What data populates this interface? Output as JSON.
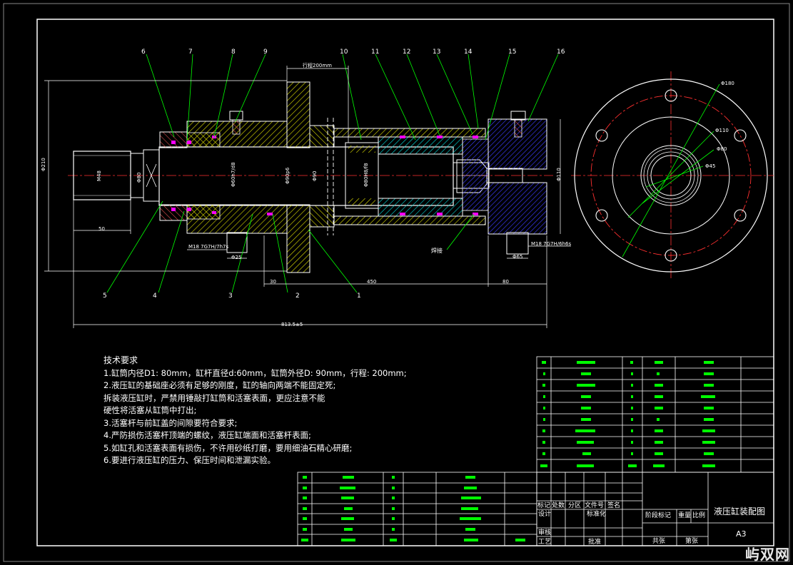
{
  "drawing": {
    "balloons": [
      "6",
      "7",
      "8",
      "9",
      "10",
      "11",
      "12",
      "13",
      "14",
      "15",
      "16"
    ],
    "balloons_bottom": [
      "5",
      "4",
      "3",
      "2",
      "1"
    ],
    "dims": {
      "stroke": "行程200mm",
      "d210": "Φ210",
      "m48": "M48",
      "d80": "Φ80",
      "d60": "Φ60h7/d8",
      "d90": "Φ90",
      "d90p": "Φ90p6",
      "d80b": "Φ80H8/f8",
      "d110": "Φ110",
      "m18a": "M18 7G7H/7h7s",
      "m18b": "M18 7G7H/6h6s",
      "d25": "Φ25",
      "d65": "Φ65",
      "len50": "50",
      "len30": "30",
      "len450": "450",
      "len80": "80",
      "total": "813.5±5",
      "weld": "焊接",
      "e180": "Φ180",
      "e110": "Φ110",
      "e80": "Φ80",
      "e45": "Φ45"
    }
  },
  "tech": {
    "title": "技术要求",
    "lines": [
      "1.缸筒内径D1: 80mm，缸杆直径d:60mm，缸筒外径D: 90mm，行程: 200mm;",
      "2.液压缸的基础座必须有足够的刚度，缸的轴向两端不能固定死;",
      "拆装液压缸时，严禁用锤敲打缸筒和活塞表面，更应注意不能",
      "硬性将活塞从缸筒中打出;",
      "3.活塞杆与前缸盖的间隙要符合要求;",
      "4.严防损伤活塞杆顶端的螺纹，液压缸端面和活塞杆表面;",
      "5.如缸孔和活塞表面有损伤，不许用砂纸打磨，要用细油石精心研磨;",
      "6.要进行液压缸的压力、保压时间和泄漏实验。"
    ]
  },
  "title_block": {
    "labels": {
      "biaoji": "标记",
      "chushu": "处数",
      "fenqu": "分区",
      "wenjianhao": "文件号",
      "qianming": "签名",
      "sheji": "设计",
      "biaozhunhua": "标准化",
      "shenhe": "审核",
      "gongyi": "工艺",
      "pizhun": "批准",
      "jieduan": "阶段标记",
      "zhongliang": "重量",
      "bili": "比例",
      "gongzhang": "共张",
      "dizhang": "第张"
    },
    "drawing_title": "液压缸装配图",
    "sheet_size": "A3"
  },
  "watermark": "屿双网",
  "colors": {
    "outline": "#ffffff",
    "leader": "#00ff00",
    "hatch_yellow": "#e0e000",
    "hatch_cyan": "#00e0e0",
    "hatch_blue": "#3c3cff",
    "hatch_red": "#e05050",
    "seal": "#ff00ff",
    "centerline": "#ff3030",
    "bom_mark": "#00ff00"
  }
}
